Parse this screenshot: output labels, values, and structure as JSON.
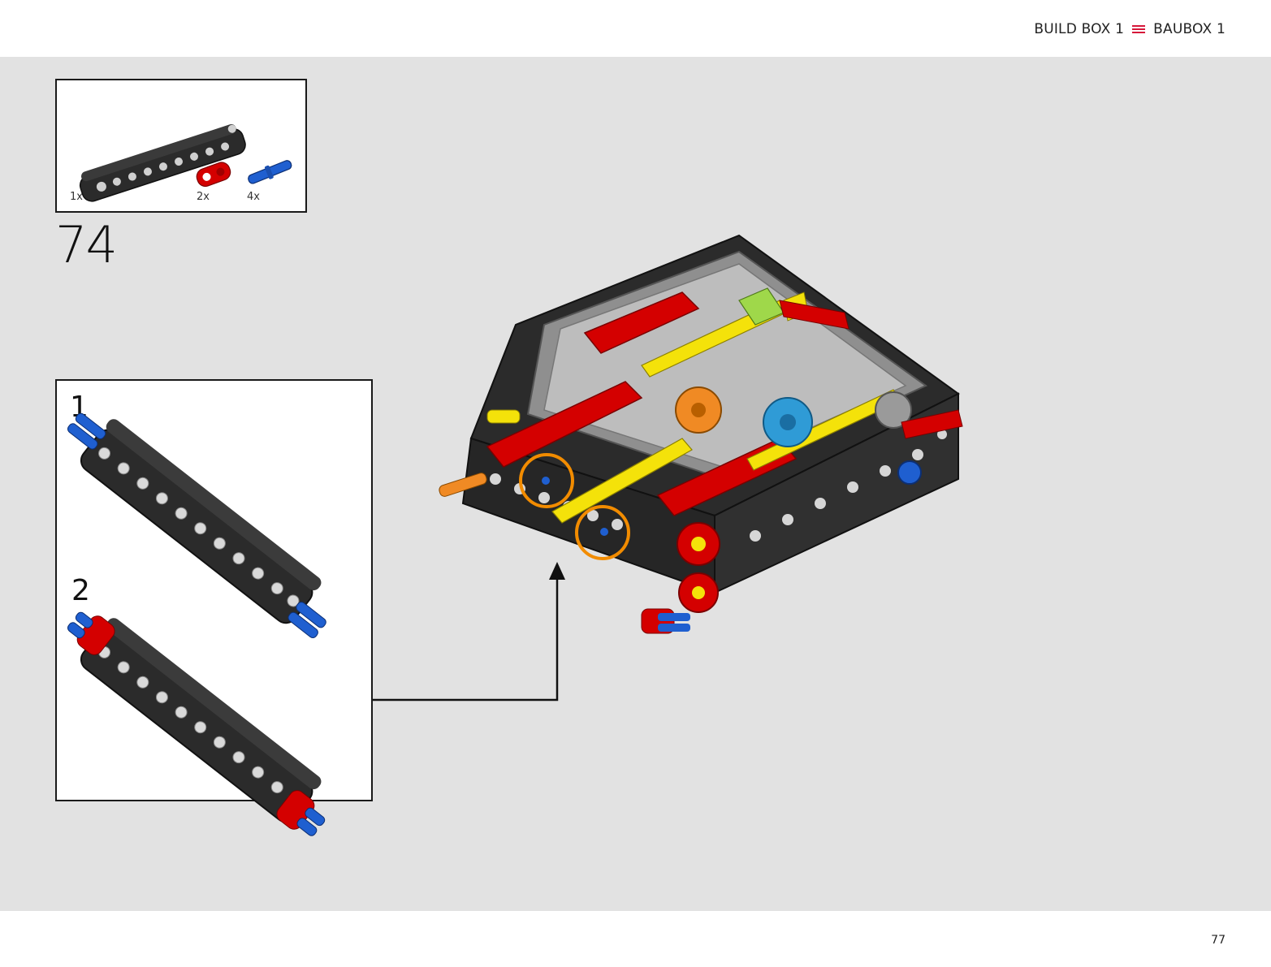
{
  "header": {
    "build_box_en": "BUILD BOX 1",
    "build_box_de": "BAUBOX 1",
    "menu_icon": "menu-icon"
  },
  "parts_list": {
    "items": [
      {
        "part": "black-panel-beam",
        "quantity": "1x"
      },
      {
        "part": "red-connector",
        "quantity": "2x"
      },
      {
        "part": "blue-pin",
        "quantity": "4x"
      }
    ]
  },
  "step": {
    "number": "74"
  },
  "substeps": [
    {
      "number": "1"
    },
    {
      "number": "2"
    }
  ],
  "footer": {
    "page_number": "77"
  },
  "colors": {
    "accent": "#d6183a",
    "background": "#e2e2e2",
    "callout_circle": "#f28c00",
    "lego_black": "#2b2b2b",
    "lego_red": "#d40000",
    "lego_blue": "#1f5fd0",
    "lego_yellow": "#f4e20a",
    "lego_gray": "#a9a9a9",
    "lego_orange": "#f08a24",
    "lego_lime": "#9fd84a",
    "lego_azure": "#2f9bd6"
  }
}
